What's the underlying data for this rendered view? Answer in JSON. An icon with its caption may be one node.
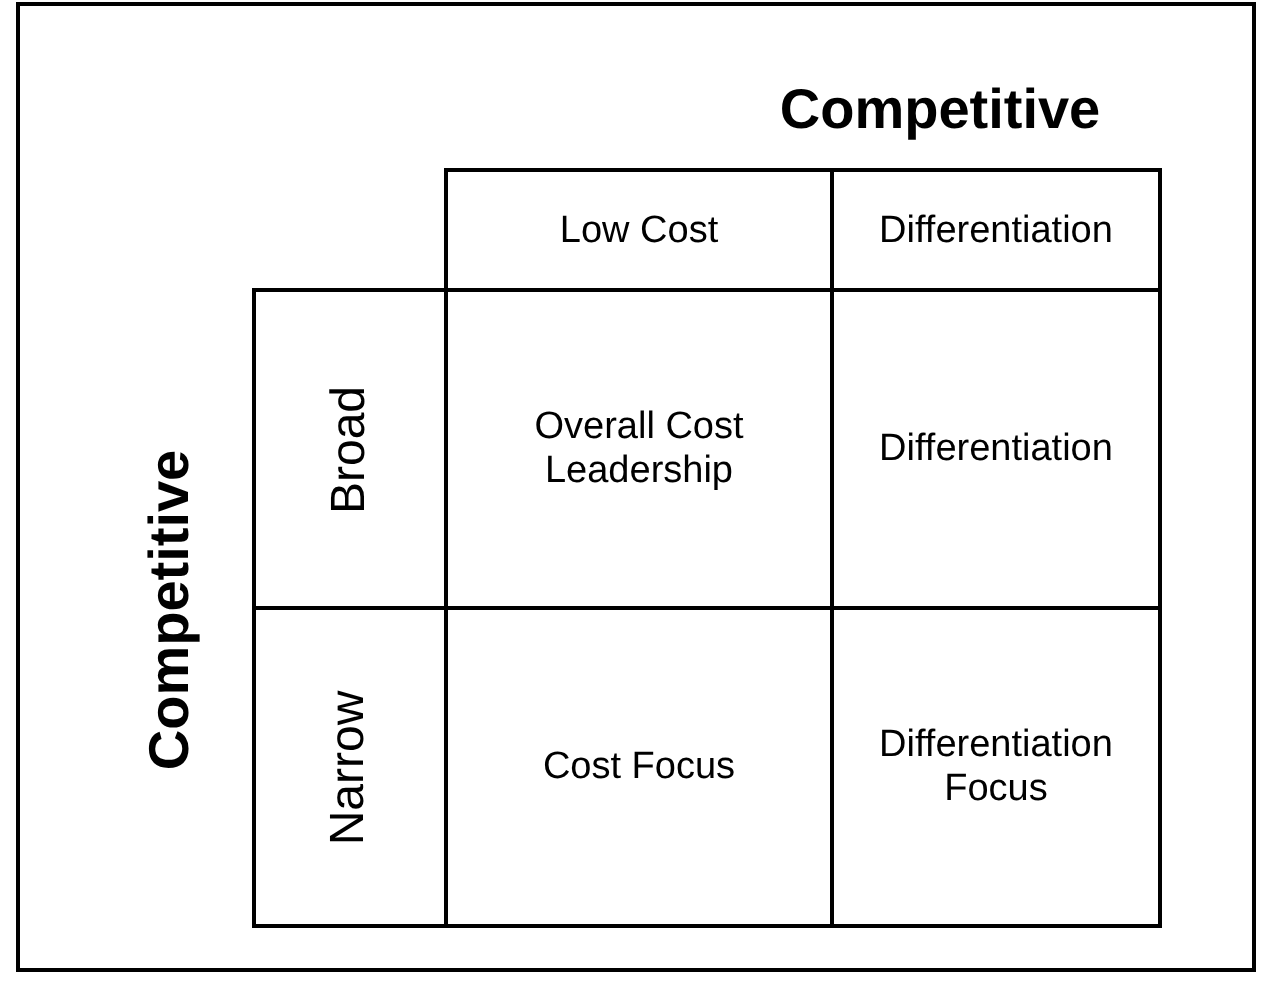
{
  "diagram": {
    "title": "Competitive",
    "nodes": [
      {
        "text": [
          "Low Cost"
        ]
      },
      {
        "text": [
          "Differentiation"
        ]
      },
      {
        "text": [
          "Broad"
        ]
      },
      {
        "text": [
          "Overall Cost Leadership"
        ]
      },
      {
        "text": [
          "Differentiation"
        ]
      },
      {
        "text": [
          "Narrow"
        ]
      },
      {
        "text": [
          "Cost Focus"
        ]
      },
      {
        "text": [
          "Differentiation Focus"
        ]
      }
    ],
    "labels": [
      "Competitive"
    ]
  }
}
